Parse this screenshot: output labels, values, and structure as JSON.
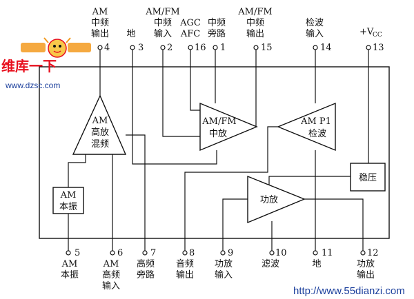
{
  "top_pins": [
    {
      "num": "4",
      "lines": [
        "AM",
        "中频",
        "输出"
      ]
    },
    {
      "num": "3",
      "lines": [
        "地"
      ]
    },
    {
      "num": "2",
      "lines": [
        "AM/FM",
        "中频",
        "输入"
      ]
    },
    {
      "num": "16",
      "lines": [
        "AGC",
        "AFC"
      ]
    },
    {
      "num": "1",
      "lines": [
        "中频",
        "旁路"
      ]
    },
    {
      "num": "15",
      "lines": [
        "AM/FM",
        "中频",
        "输出"
      ]
    },
    {
      "num": "14",
      "lines": [
        "检波",
        "输入"
      ]
    },
    {
      "num": "13",
      "lines": [
        "+V",
        "CC"
      ]
    }
  ],
  "bottom_pins": [
    {
      "num": "5",
      "lines": [
        "AM",
        "本振"
      ]
    },
    {
      "num": "6",
      "lines": [
        "AM",
        "高频",
        "输入"
      ]
    },
    {
      "num": "7",
      "lines": [
        "高频",
        "旁路"
      ]
    },
    {
      "num": "8",
      "lines": [
        "音频",
        "输出"
      ]
    },
    {
      "num": "9",
      "lines": [
        "功放",
        "输入"
      ]
    },
    {
      "num": "10",
      "lines": [
        "滤波"
      ]
    },
    {
      "num": "11",
      "lines": [
        "地"
      ]
    },
    {
      "num": "12",
      "lines": [
        "功放",
        "输出"
      ]
    }
  ],
  "blocks": {
    "am_mixer": [
      "AM",
      "高放",
      "混频"
    ],
    "am_osc": [
      "AM",
      "本振"
    ],
    "if_amp": [
      "AM/FM",
      "中放"
    ],
    "detector": [
      "AM P1",
      "检波"
    ],
    "regulator": [
      "稳压"
    ],
    "power_amp": [
      "功放"
    ]
  },
  "watermark": {
    "logo_text": "维库一下",
    "site_left": "www.dzsc.com",
    "site_right": "http://www.55dianzi.com"
  },
  "colors": {
    "line": "#111111",
    "watermark_red": "#e8101e",
    "watermark_blue": "#1b3f9c",
    "watermark_orange": "#f39a1e"
  }
}
